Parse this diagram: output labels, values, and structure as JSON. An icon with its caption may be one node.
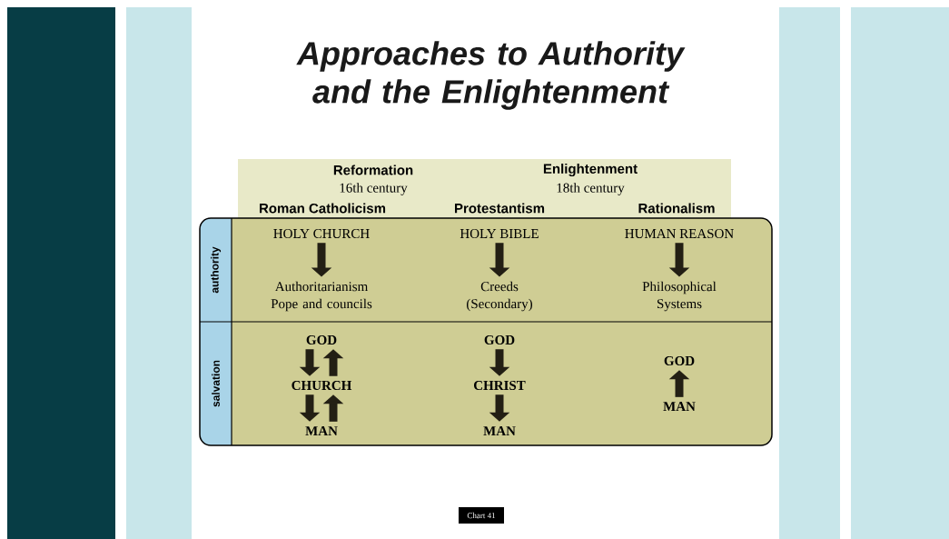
{
  "diagram": {
    "title": "Approaches to Authority and the Enlightenment",
    "nodes": [
      {
        "text": [
          "Reformation",
          "16th century",
          "Enlightenment",
          "18th century",
          "Roman Catholicism",
          "Protestantism",
          "Rationalism"
        ]
      },
      {
        "text": [
          "authority"
        ]
      },
      {
        "text": [
          "salvation"
        ]
      },
      {
        "text": [
          "HOLY CHURCH"
        ]
      },
      {
        "text": [
          "Authoritarianism Pope and councils"
        ]
      },
      {
        "text": [
          "HOLY BIBLE"
        ]
      },
      {
        "text": [
          "Creeds (Secondary)"
        ]
      },
      {
        "text": [
          "HUMAN REASON"
        ]
      },
      {
        "text": [
          "Philosophical Systems"
        ]
      },
      {
        "text": [
          "GOD"
        ]
      },
      {
        "text": [
          "CHURCH"
        ]
      },
      {
        "text": [
          "MAN"
        ]
      },
      {
        "text": [
          "GOD"
        ]
      },
      {
        "text": [
          "CHRIST"
        ]
      },
      {
        "text": [
          "MAN"
        ]
      },
      {
        "text": [
          "GOD"
        ]
      },
      {
        "text": [
          "MAN"
        ]
      },
      {
        "text": [
          "Chart 41"
        ]
      }
    ],
    "edges": [
      {
        "from": 3,
        "to": 4,
        "arrow": "to"
      },
      {
        "from": 5,
        "to": 6,
        "arrow": "to"
      },
      {
        "from": 7,
        "to": 8,
        "arrow": "to"
      },
      {
        "from": 9,
        "to": 10,
        "arrow": "to"
      },
      {
        "from": 10,
        "to": 9,
        "arrow": "to"
      },
      {
        "from": 11,
        "to": 10,
        "arrow": "to"
      },
      {
        "from": 10,
        "to": 11,
        "arrow": "to"
      },
      {
        "from": 12,
        "to": 13,
        "arrow": "to"
      },
      {
        "from": 13,
        "to": 14,
        "arrow": "to"
      },
      {
        "from": 16,
        "to": 15,
        "arrow": "to"
      }
    ]
  }
}
